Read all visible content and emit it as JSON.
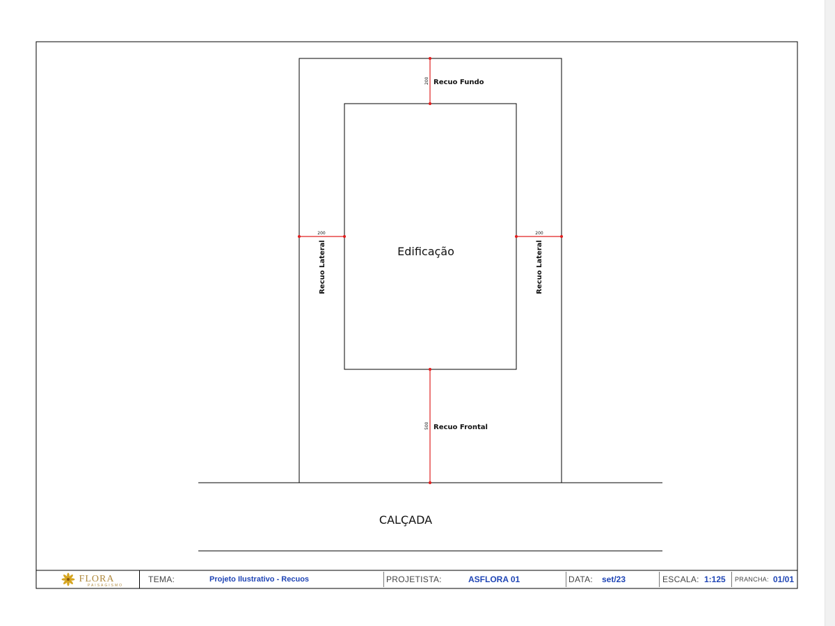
{
  "drawing": {
    "building_label": "Edificação",
    "sidewalk_label": "CALÇADA",
    "rear_setback": {
      "label": "Recuo Fundo",
      "dimension": "200"
    },
    "left_setback": {
      "label": "Recuo Lateral",
      "dimension": "200"
    },
    "right_setback": {
      "label": "Recuo Lateral",
      "dimension": "200"
    },
    "front_setback": {
      "label": "Recuo Frontal",
      "dimension": "500"
    }
  },
  "title_block": {
    "logo_text": "FLORA",
    "logo_subtext": "PAISAGISMO",
    "theme_label": "TEMA:",
    "theme_value": "Projeto Ilustrativo - Recuos",
    "designer_label": "PROJETISTA:",
    "designer_value": "ASFLORA 01",
    "date_label": "DATA:",
    "date_value": "set/23",
    "scale_label": "ESCALA:",
    "scale_value": "1:125",
    "sheet_label": "PRANCHA:",
    "sheet_value": "01/01"
  },
  "colors": {
    "dimension_line": "#e02020",
    "outline": "#000000",
    "title_value": "#1f45b5",
    "logo": "#b08a3e"
  }
}
